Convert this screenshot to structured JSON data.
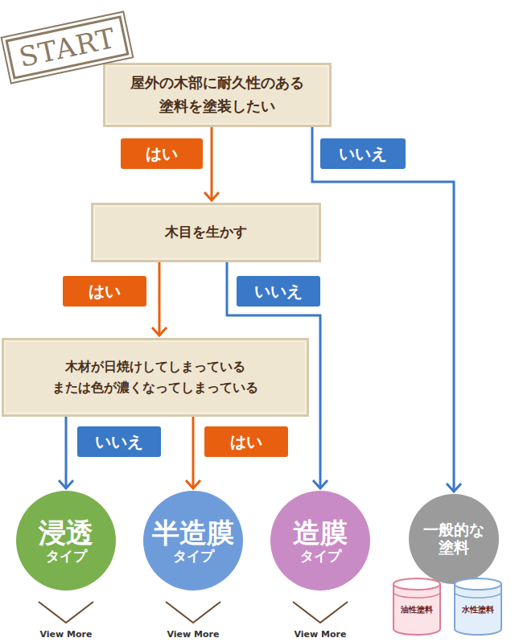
{
  "diagram": {
    "nodes": [
      {
        "text": [
          "屋外の木部に耐久性のある 塗料を塗装したい"
        ]
      },
      {
        "text": [
          "木目を生かす"
        ]
      },
      {
        "text": [
          "木材が日焼けしてしまっている または色が濃くなってしまっている"
        ]
      },
      {
        "text": [
          "浸透",
          "タイプ"
        ]
      },
      {
        "text": [
          "半造膜",
          "タイプ"
        ]
      },
      {
        "text": [
          "造膜",
          "タイプ"
        ]
      },
      {
        "text": [
          "一般的な 塗料"
        ]
      },
      {
        "text": [
          "油性塗料"
        ]
      },
      {
        "text": [
          "水性塗料"
        ]
      }
    ],
    "edges": [
      {
        "from": 0,
        "to": 1,
        "label": "はい",
        "arrow": "to"
      },
      {
        "from": 0,
        "to": 6,
        "label": "いいえ",
        "arrow": "to"
      },
      {
        "from": 1,
        "to": 2,
        "label": "はい",
        "arrow": "to"
      },
      {
        "from": 1,
        "to": 5,
        "label": "いいえ",
        "arrow": "to"
      },
      {
        "from": 2,
        "to": 3,
        "label": "いいえ",
        "arrow": "to"
      },
      {
        "from": 2,
        "to": 4,
        "label": "はい",
        "arrow": "to"
      }
    ],
    "labels": [
      "START",
      "View More",
      "View More",
      "View More"
    ]
  }
}
